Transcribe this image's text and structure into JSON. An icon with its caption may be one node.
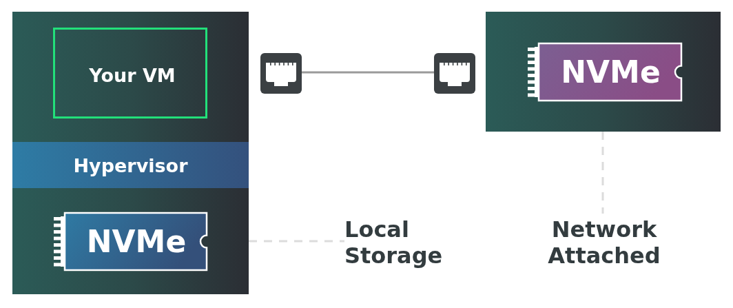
{
  "diagram": {
    "nodes": [
      {
        "text": [],
        "shape": "box"
      },
      {
        "text": [
          "Your VM"
        ],
        "in": 0
      },
      {
        "text": [
          "Hypervisor"
        ],
        "in": 0
      },
      {
        "text": [
          "NVMe"
        ],
        "in": 0
      },
      {
        "text": [],
        "shape": "box"
      },
      {
        "text": [
          "NVMe"
        ],
        "in": 4
      },
      {
        "text": [],
        "shape": "picture"
      },
      {
        "text": [],
        "shape": "picture"
      },
      {
        "text": [
          "Local Storage"
        ]
      },
      {
        "text": [
          "Network Attached"
        ]
      }
    ],
    "edges": [
      {
        "from": 6,
        "to": 7,
        "arrow": "none",
        "color": "#9a9a9a"
      },
      {
        "from": 0,
        "to": 8,
        "arrow": "none",
        "style": "dashed"
      },
      {
        "from": 4,
        "to": 9,
        "arrow": "none",
        "style": "dashed"
      }
    ]
  }
}
